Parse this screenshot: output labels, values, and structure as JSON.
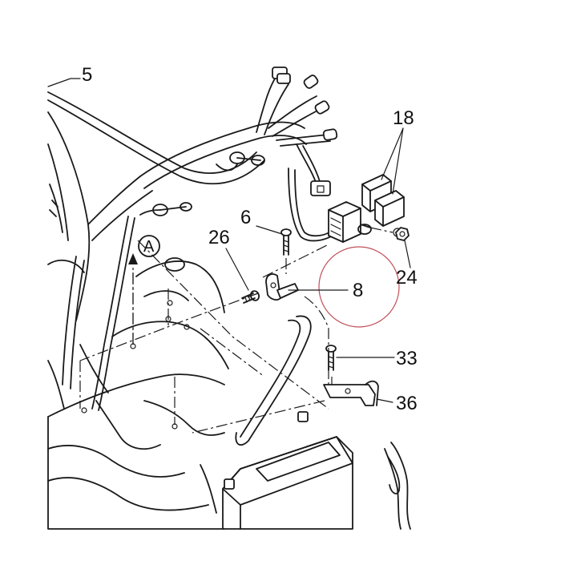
{
  "callouts": {
    "c5": "5",
    "c18": "18",
    "c6": "6",
    "c26": "26",
    "c24": "24",
    "c8": "8",
    "c33": "33",
    "c36": "36",
    "cA": "A"
  },
  "colors": {
    "line": "#1a1a1a",
    "highlight_circle": "#c0505a",
    "background": "#ffffff"
  }
}
